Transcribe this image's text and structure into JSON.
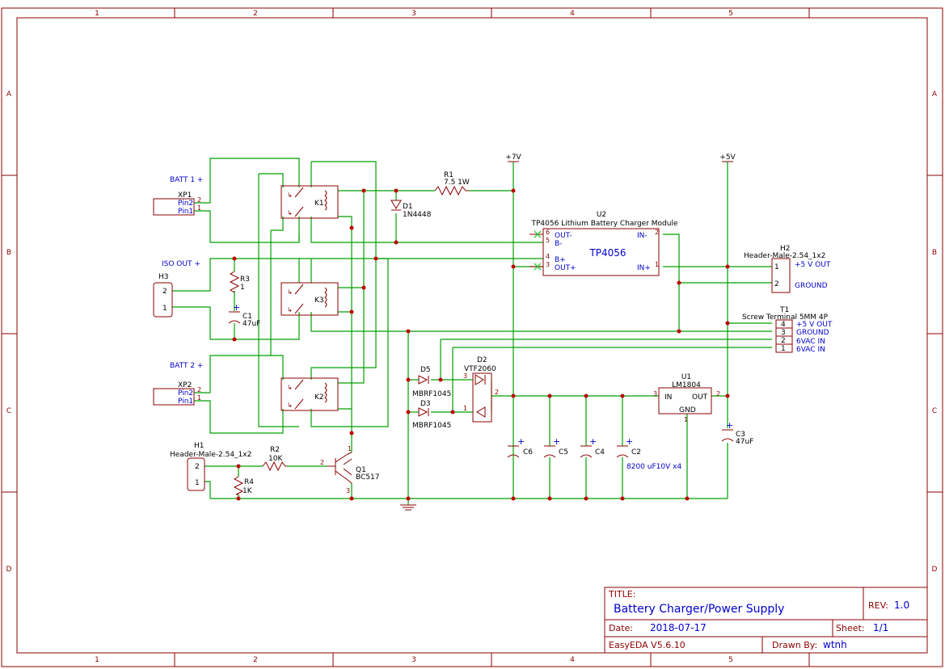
{
  "frame": {
    "cols": [
      "1",
      "2",
      "3",
      "4",
      "5"
    ],
    "rows": [
      "A",
      "B",
      "C",
      "D"
    ]
  },
  "nets": {
    "plus7v": "+7V",
    "plus5v": "+5V"
  },
  "labels": {
    "batt1": "BATT 1 +",
    "iso_out": "ISO OUT +",
    "batt2": "BATT 2 +"
  },
  "components": {
    "xp1": {
      "ref": "XP1",
      "pin2": "Pin2",
      "pin1": "Pin1",
      "n2": "2",
      "n1": "1"
    },
    "xp2": {
      "ref": "XP2",
      "pin2": "Pin2",
      "pin1": "Pin1",
      "n2": "2",
      "n1": "1"
    },
    "h3": {
      "ref": "H3",
      "n2": "2",
      "n1": "1"
    },
    "h1": {
      "ref": "H1",
      "value": "Header-Male-2.54_1x2",
      "n2": "2",
      "n1": "1"
    },
    "h2": {
      "ref": "H2",
      "value": "Header-Male-2.54_1x2",
      "n1": "1",
      "n2": "2",
      "net1": "+5 V OUT",
      "net2": "GROUND"
    },
    "t1": {
      "ref": "T1",
      "value": "Screw Terminal 5MM 4P",
      "n4": "4",
      "n3": "3",
      "n2": "2",
      "n1": "1",
      "net4": "+5 V OUT",
      "net3": "GROUND",
      "net2": "6VAC IN",
      "net1": "6VAC IN"
    },
    "r1": {
      "ref": "R1",
      "value": "7.5 1W"
    },
    "r2": {
      "ref": "R2",
      "value": "10K"
    },
    "r3": {
      "ref": "R3",
      "value": "1"
    },
    "r4": {
      "ref": "R4",
      "value": "1K"
    },
    "d1": {
      "ref": "D1",
      "value": "1N4448"
    },
    "d2": {
      "ref": "D2",
      "value": "VTF2060",
      "n3": "3",
      "n1": "1",
      "n2": "2"
    },
    "d3": {
      "ref": "D3",
      "value": "MBRF1045"
    },
    "d5": {
      "ref": "D5",
      "value": "MBRF1045"
    },
    "k1": {
      "ref": "K1"
    },
    "k2": {
      "ref": "K2"
    },
    "k3": {
      "ref": "K3"
    },
    "c1": {
      "ref": "C1",
      "value": "47uF"
    },
    "c2": {
      "ref": "C2",
      "value": "8200 uF10V x4"
    },
    "c3": {
      "ref": "C3",
      "value": "47uF"
    },
    "c4": {
      "ref": "C4"
    },
    "c5": {
      "ref": "C5"
    },
    "c6": {
      "ref": "C6"
    },
    "q1": {
      "ref": "Q1",
      "value": "BC517",
      "n1": "1",
      "n2": "2",
      "n3": "3"
    },
    "u1": {
      "ref": "U1",
      "value": "LM1804",
      "in": "IN",
      "out": "OUT",
      "gnd": "GND",
      "n3": "3",
      "n2": "2",
      "n1": "1"
    },
    "u2": {
      "ref": "U2",
      "value": "TP4056 Lithium Battery Charger Module",
      "name": "TP4056",
      "p6": "OUT-",
      "p5": "B-",
      "p4": "B+",
      "p3": "OUT+",
      "p2": "IN-",
      "p1": "IN+",
      "n6": "6",
      "n5": "5",
      "n4": "4",
      "n3": "3",
      "n2": "2",
      "n1": "1"
    }
  },
  "polarity": "+",
  "title_block": {
    "title_label": "TITLE:",
    "title": "Battery Charger/Power Supply",
    "rev_label": "REV:",
    "rev": "1.0",
    "date_label": "Date:",
    "date": "2018-07-17",
    "sheet_label": "Sheet:",
    "sheet": "1/1",
    "tool": "EasyEDA V5.6.10",
    "drawn_label": "Drawn By:",
    "drawn": "wtnh"
  },
  "colors": {
    "frame": "#8b0000",
    "wire": "#00a000",
    "text": "#0000cc",
    "junction": "#c00000"
  }
}
